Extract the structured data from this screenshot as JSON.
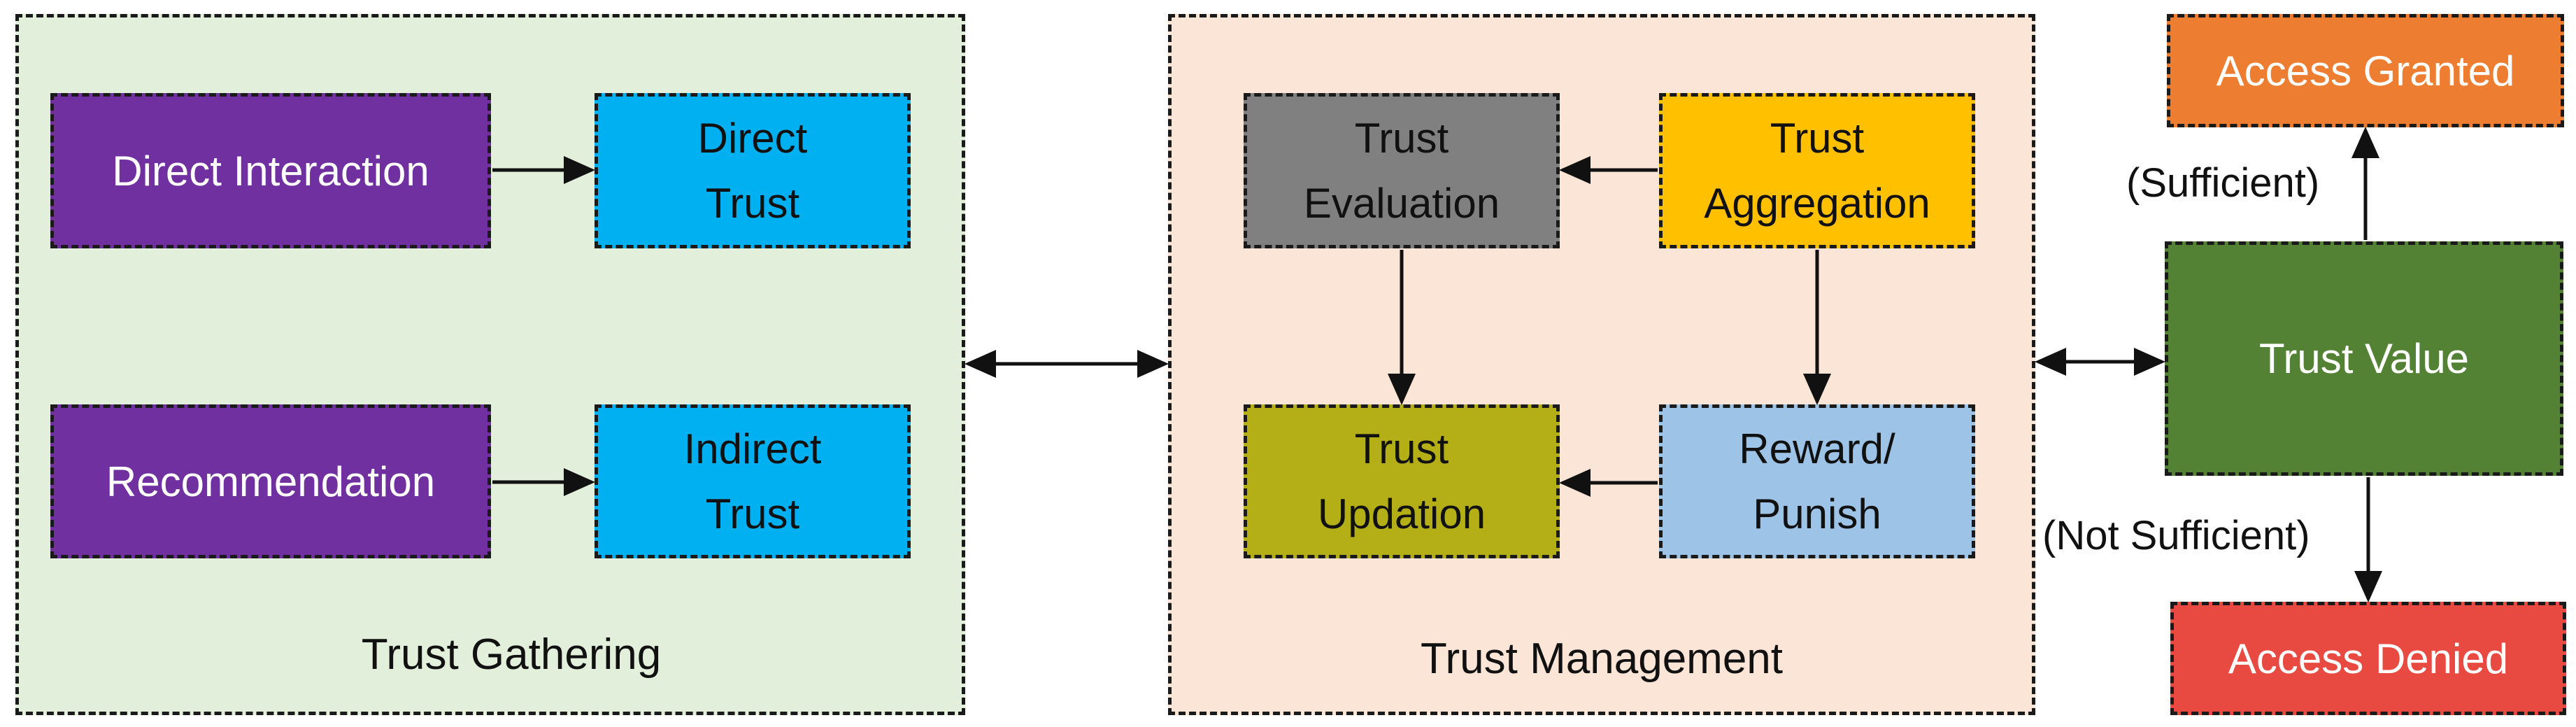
{
  "colors": {
    "gathering_bg": "#E2EFDA",
    "management_bg": "#FBE5D6",
    "purple": "#7030A0",
    "cyan": "#00B0F0",
    "gray": "#808080",
    "yellow": "#FFC000",
    "olive": "#B4AE17",
    "light_blue": "#9DC3E6",
    "dark_green": "#548235",
    "orange": "#ED7D31",
    "red": "#E84A42"
  },
  "gathering": {
    "label": "Trust Gathering",
    "direct_interaction": "Direct Interaction",
    "direct_trust": "Direct\nTrust",
    "recommendation": "Recommendation",
    "indirect_trust": "Indirect\nTrust"
  },
  "management": {
    "label": "Trust Management",
    "evaluation": "Trust\nEvaluation",
    "aggregation": "Trust\nAggregation",
    "updation": "Trust\nUpdation",
    "reward_punish": "Reward/\nPunish"
  },
  "decision": {
    "trust_value": "Trust Value",
    "access_granted": "Access Granted",
    "access_denied": "Access Denied",
    "sufficient": "(Sufficient)",
    "not_sufficient": "(Not Sufficient)"
  }
}
